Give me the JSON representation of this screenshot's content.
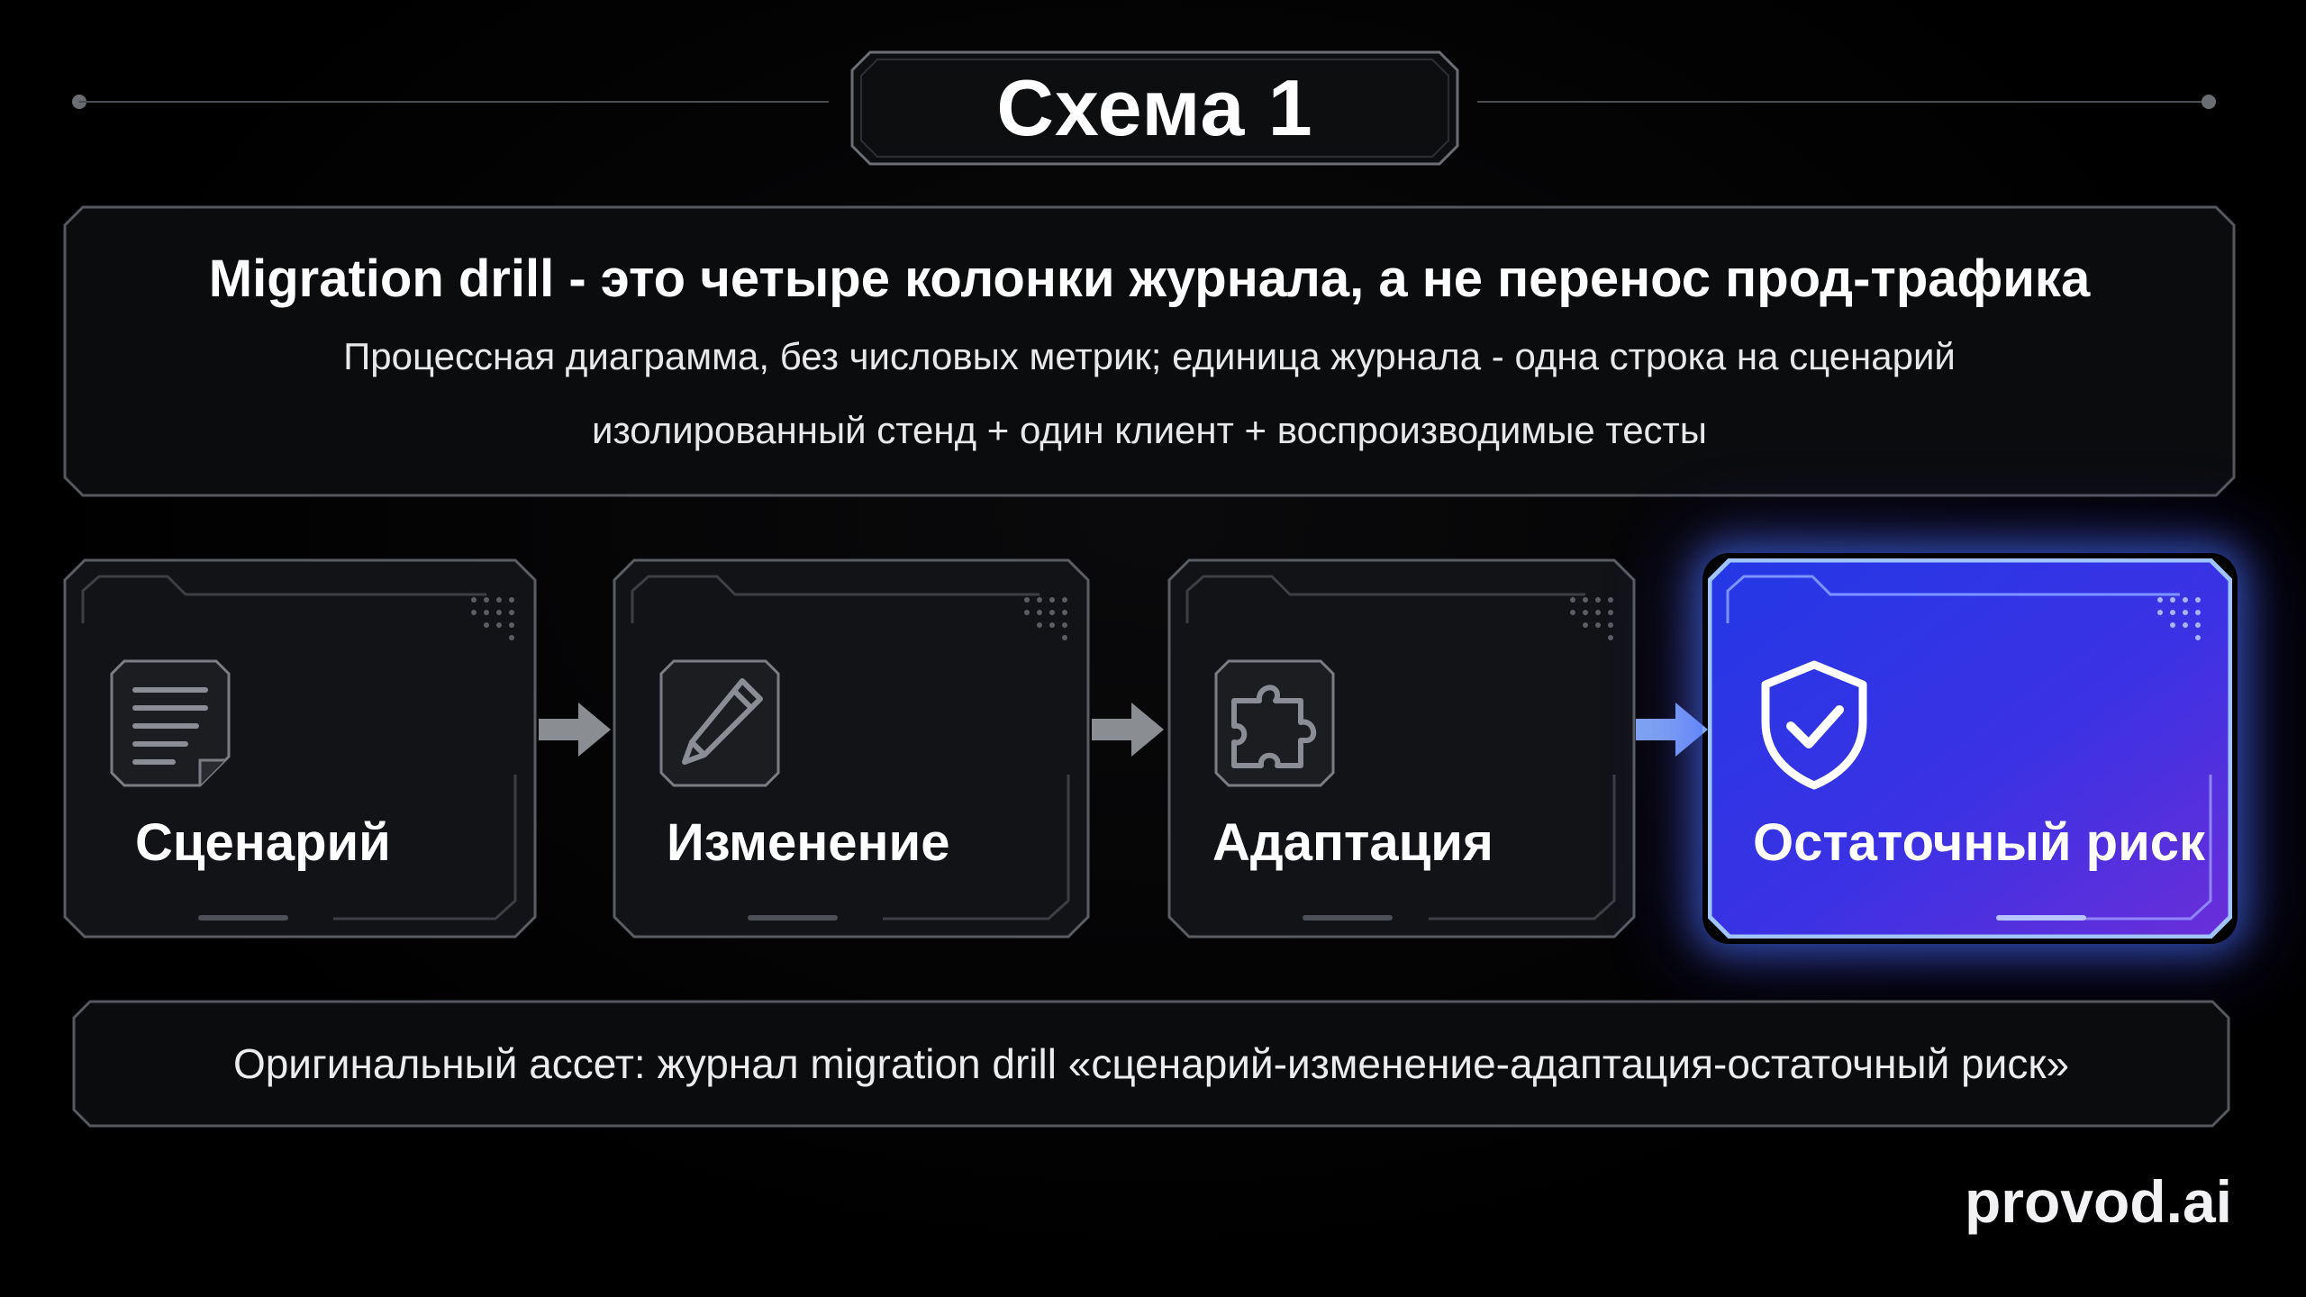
{
  "title": "Схема 1",
  "header": {
    "heading": "Migration drill - это четыре колонки журнала, а не перенос прод-трафика",
    "line1": "Процессная диаграмма, без числовых метрик; единица журнала - одна строка на сценарий",
    "line2": "изолированный стенд + один клиент + воспроизводимые тесты"
  },
  "steps": [
    {
      "label": "Сценарий",
      "icon": "document-icon"
    },
    {
      "label": "Изменение",
      "icon": "pencil-icon"
    },
    {
      "label": "Адаптация",
      "icon": "puzzle-icon"
    },
    {
      "label": "Остаточный риск",
      "icon": "shield-check-icon"
    }
  ],
  "footer": {
    "text": "Оригинальный ассет: журнал migration drill «сценарий-изменение-адаптация-остаточный риск»"
  },
  "brand": "provod.ai",
  "colors": {
    "background": "#000000",
    "card_fill": "#121316",
    "card_border": "#5a5d63",
    "highlight_start": "#2a3ee8",
    "highlight_end": "#6a2ee0",
    "arrow": "#8a8d92",
    "arrow_highlight": "#7fa6f2"
  }
}
